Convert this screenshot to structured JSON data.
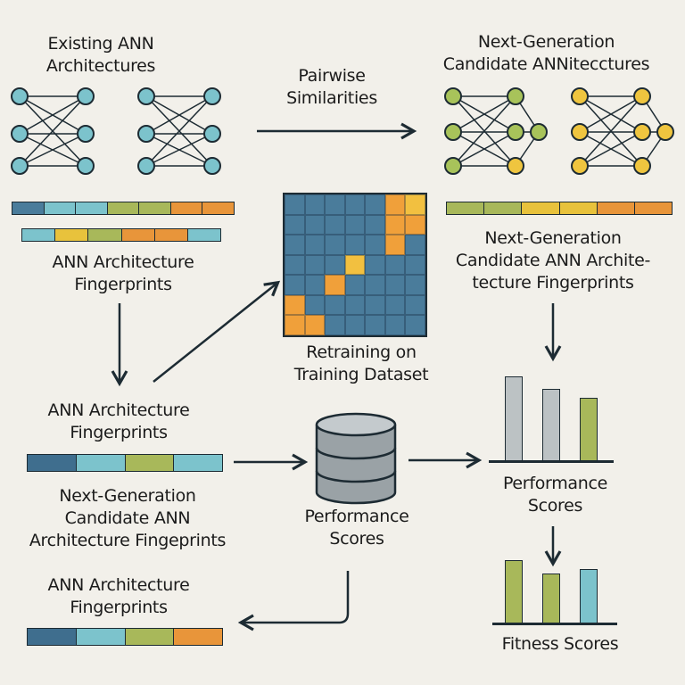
{
  "labels": {
    "existing": "Existing ANN\nArchitectures",
    "pairwise": "Pairwise\nSimilarities",
    "next_gen": "Next-Generation\nCandidate ANNitecctures",
    "fp_top_left": "ANN Architecture\nFingerprints",
    "fp_top_right": "Next-Generation\nCandidate ANN Archite-\ntecture Fingerprints",
    "retraining": "Retraining on\nTraining Dataset",
    "fp_mid_left": "ANN Architecture\nFingerprints",
    "fp_next_mid": "Next-Generation\nCandidate ANN\nArchitecture Fingeprints",
    "perf_mid": "Performance\nScores",
    "perf_right": "Performance\nScores",
    "fp_bottom_left": "ANN Architecture\nFingerprints",
    "fitness": "Fitness Scores"
  },
  "colors": {
    "node_teal": "#7cc3cc",
    "node_olive": "#a8c35a",
    "node_yellow": "#efc53f",
    "blue_dark": "#3f6e8e",
    "blue_mid": "#4a7c9b",
    "teal": "#7cc3cc",
    "olive": "#a8b85a",
    "yellow": "#e8c23c",
    "orange": "#e8953a",
    "heat_orange": "#f0a03a",
    "heat_yellow": "#f2c040",
    "gray_bar": "#bcc2c4",
    "ink": "#1d2b33"
  },
  "strips": {
    "top_left_a": [
      "blue_mid",
      "teal",
      "teal",
      "olive",
      "olive",
      "orange",
      "orange"
    ],
    "top_left_b": [
      "teal",
      "yellow",
      "olive",
      "orange",
      "orange",
      "teal"
    ],
    "top_right": [
      "olive",
      "olive",
      "yellow",
      "yellow",
      "orange",
      "orange"
    ],
    "mid_left": [
      "blue_dark",
      "teal",
      "olive",
      "teal"
    ],
    "bottom_left": [
      "blue_dark",
      "teal",
      "olive",
      "orange"
    ]
  },
  "heatmap": [
    [
      "b",
      "b",
      "b",
      "b",
      "b",
      "o",
      "y"
    ],
    [
      "b",
      "b",
      "b",
      "b",
      "b",
      "o",
      "o"
    ],
    [
      "b",
      "b",
      "b",
      "b",
      "b",
      "o",
      "b"
    ],
    [
      "b",
      "b",
      "b",
      "y",
      "b",
      "b",
      "b"
    ],
    [
      "b",
      "b",
      "o",
      "b",
      "b",
      "b",
      "b"
    ],
    [
      "o",
      "b",
      "b",
      "b",
      "b",
      "b",
      "b"
    ],
    [
      "o",
      "o",
      "b",
      "b",
      "b",
      "b",
      "b"
    ]
  ],
  "performance_scores": [
    1.0,
    0.85,
    0.75
  ],
  "fitness_scores": [
    0.95,
    0.75,
    0.82
  ]
}
